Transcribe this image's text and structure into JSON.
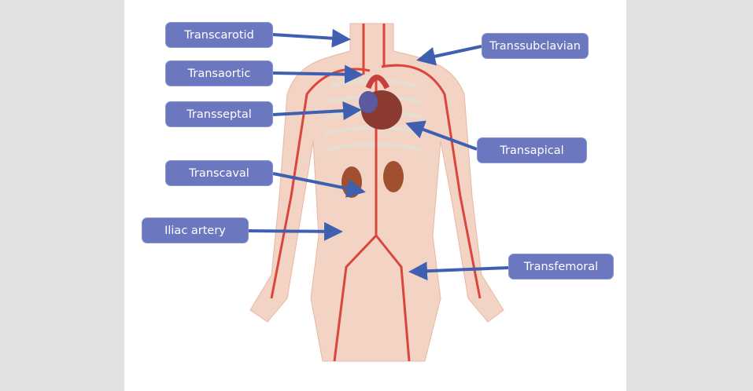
{
  "labels": {
    "transcarotid": "Transcarotid",
    "transaortic": "Transaortic",
    "transseptal": "Transseptal",
    "transcaval": "Transcaval",
    "iliac": "Iliac artery",
    "transsubclavian": "Transsubclavian",
    "transapical": "Transapical",
    "transfemoral": "Transfemoral"
  },
  "colors": {
    "label_fill": "#6b78c0",
    "arrow": "#3f60b0",
    "artery": "#d9463e",
    "skin": "#f3d3c3"
  }
}
